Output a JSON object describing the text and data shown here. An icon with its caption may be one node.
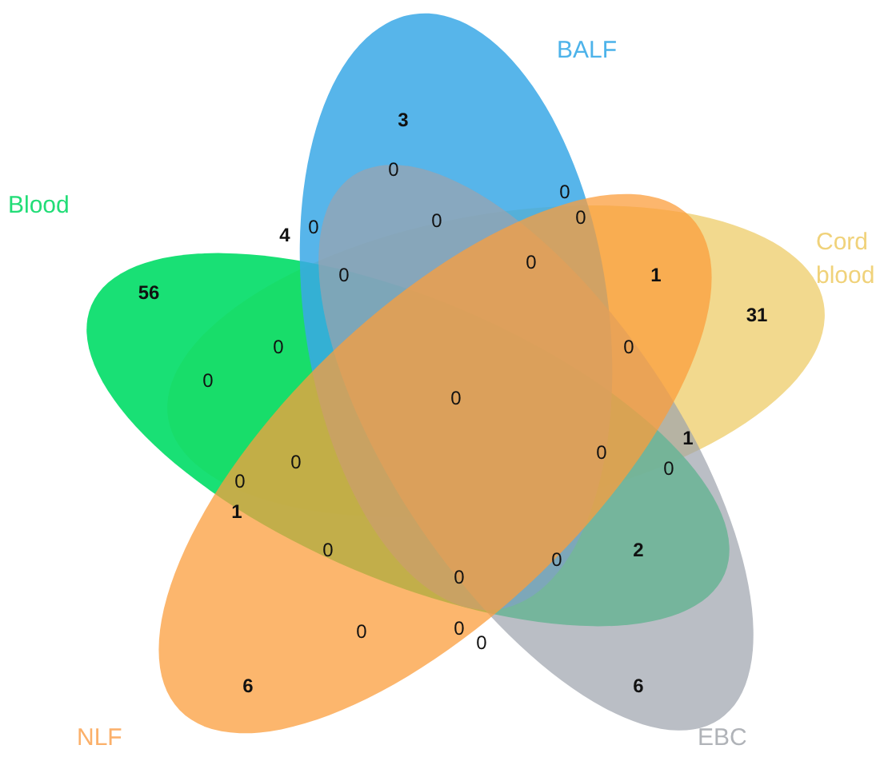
{
  "diagram": {
    "nodes": [
      {
        "text": [
          "BALF"
        ]
      },
      {
        "text": [
          "Blood"
        ]
      },
      {
        "text": [
          "Cord blood"
        ]
      },
      {
        "text": [
          "NLF"
        ]
      },
      {
        "text": [
          "EBC"
        ]
      }
    ],
    "labels": [
      "3",
      "0",
      "0",
      "0",
      "4",
      "0",
      "0",
      "0",
      "0",
      "1",
      "56",
      "31",
      "0",
      "0",
      "0",
      "0",
      "0",
      "0",
      "1",
      "0",
      "1",
      "0",
      "0",
      "2",
      "0",
      "0",
      "0",
      "0",
      "0",
      "6",
      "6"
    ]
  }
}
